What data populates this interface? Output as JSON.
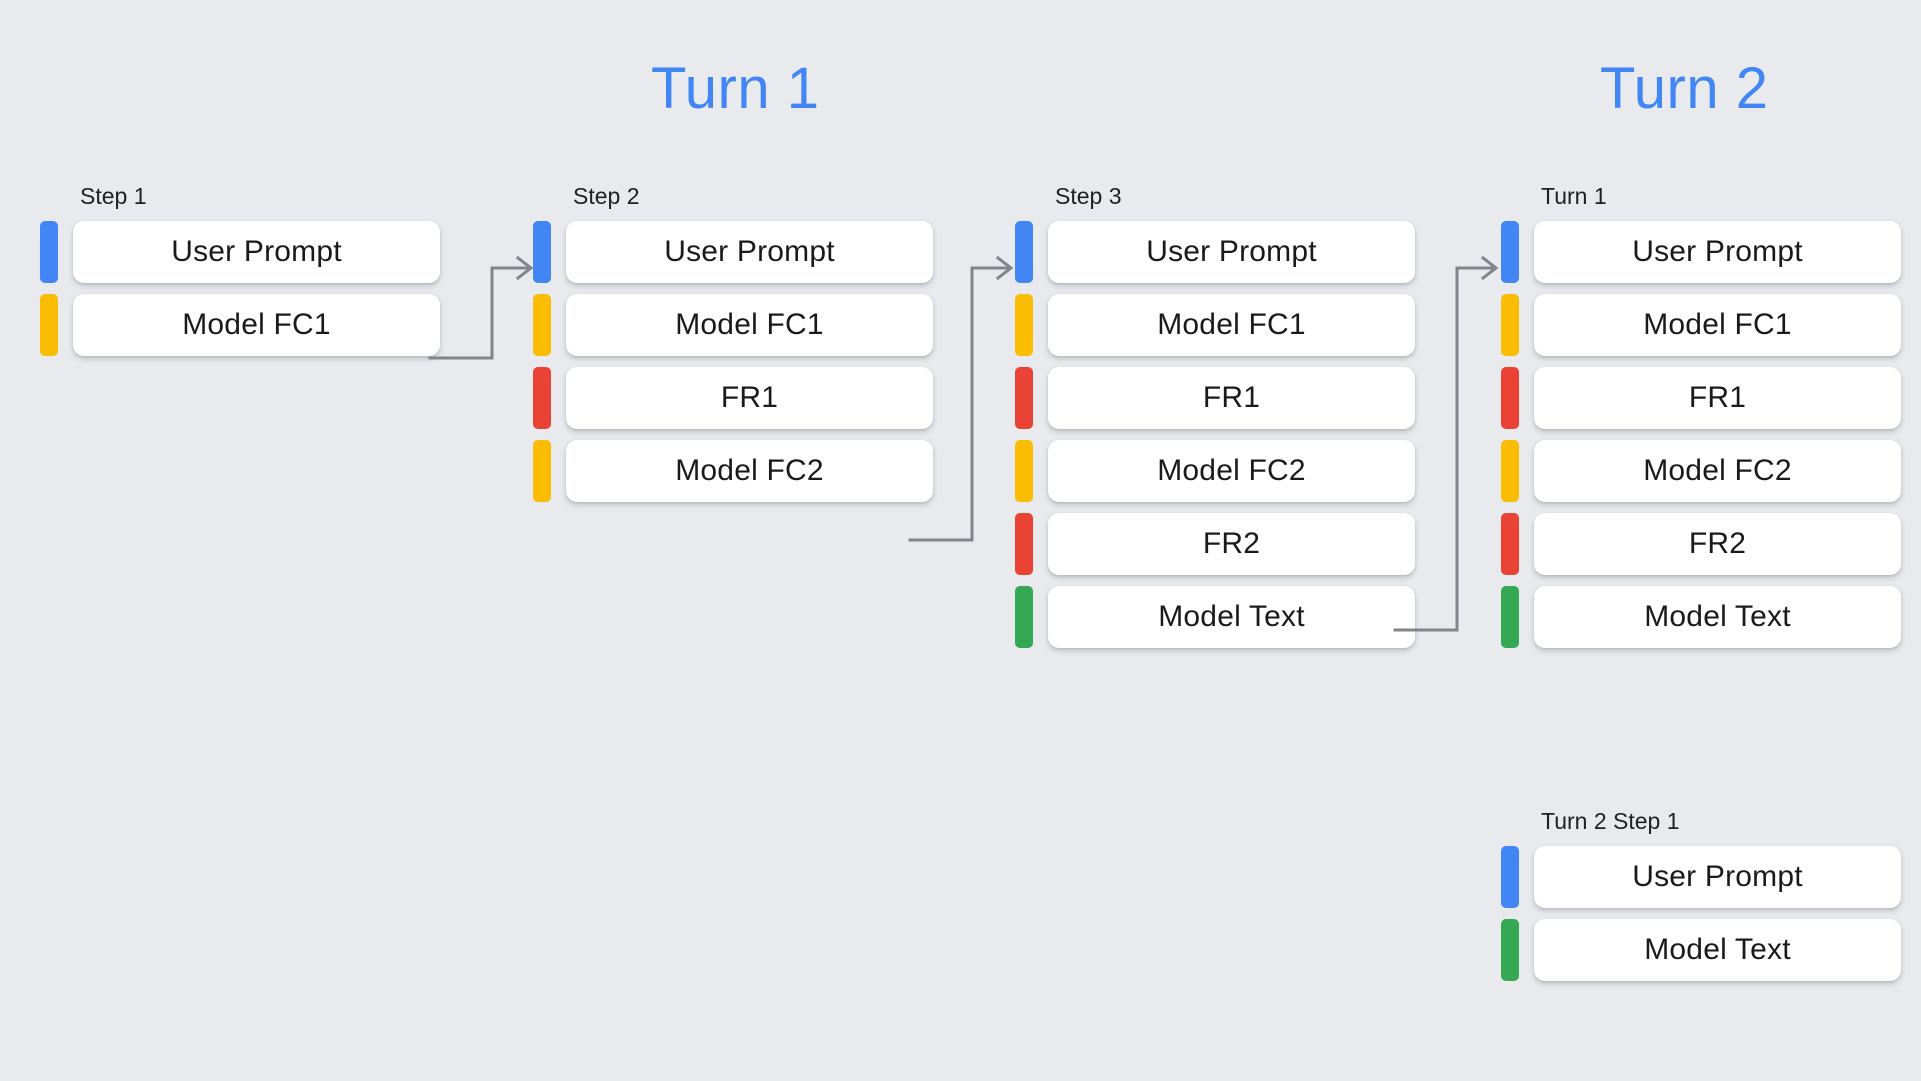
{
  "background_color": "#e8eaed",
  "palette": {
    "blue": "#4285f4",
    "yellow": "#fbbc04",
    "red": "#ea4335",
    "green": "#34a853",
    "arrow_gray": "#80868b"
  },
  "titles": {
    "turn_1": "Turn 1",
    "turn_2": "Turn 2"
  },
  "columns": [
    {
      "id": "step-1",
      "label": "Step 1",
      "rows": [
        {
          "color": "blue",
          "text": "User Prompt"
        },
        {
          "color": "yellow",
          "text": "Model FC1"
        }
      ]
    },
    {
      "id": "step-2",
      "label": "Step 2",
      "rows": [
        {
          "color": "blue",
          "text": "User Prompt"
        },
        {
          "color": "yellow",
          "text": "Model FC1"
        },
        {
          "color": "red",
          "text": "FR1"
        },
        {
          "color": "yellow",
          "text": "Model FC2"
        }
      ]
    },
    {
      "id": "step-3",
      "label": "Step 3",
      "rows": [
        {
          "color": "blue",
          "text": "User Prompt"
        },
        {
          "color": "yellow",
          "text": "Model FC1"
        },
        {
          "color": "red",
          "text": "FR1"
        },
        {
          "color": "yellow",
          "text": "Model FC2"
        },
        {
          "color": "red",
          "text": "FR2"
        },
        {
          "color": "green",
          "text": "Model Text"
        }
      ]
    },
    {
      "id": "turn-1",
      "label": "Turn 1",
      "rows": [
        {
          "color": "blue",
          "text": "User Prompt"
        },
        {
          "color": "yellow",
          "text": "Model FC1"
        },
        {
          "color": "red",
          "text": "FR1"
        },
        {
          "color": "yellow",
          "text": "Model FC2"
        },
        {
          "color": "red",
          "text": "FR2"
        },
        {
          "color": "green",
          "text": "Model Text"
        }
      ]
    },
    {
      "id": "turn2-step1",
      "label": "Turn 2 Step 1",
      "rows": [
        {
          "color": "blue",
          "text": "User Prompt"
        },
        {
          "color": "green",
          "text": "Model Text"
        }
      ]
    }
  ],
  "connectors": [
    {
      "id": "step1-to-step2",
      "from": "Model FC1",
      "to": "Step 2 User Prompt"
    },
    {
      "id": "step2-to-step3",
      "from": "Model FC2",
      "to": "Step 3 User Prompt"
    },
    {
      "id": "step3-to-turn1",
      "from": "FR2",
      "to": "Turn 1 User Prompt"
    }
  ]
}
